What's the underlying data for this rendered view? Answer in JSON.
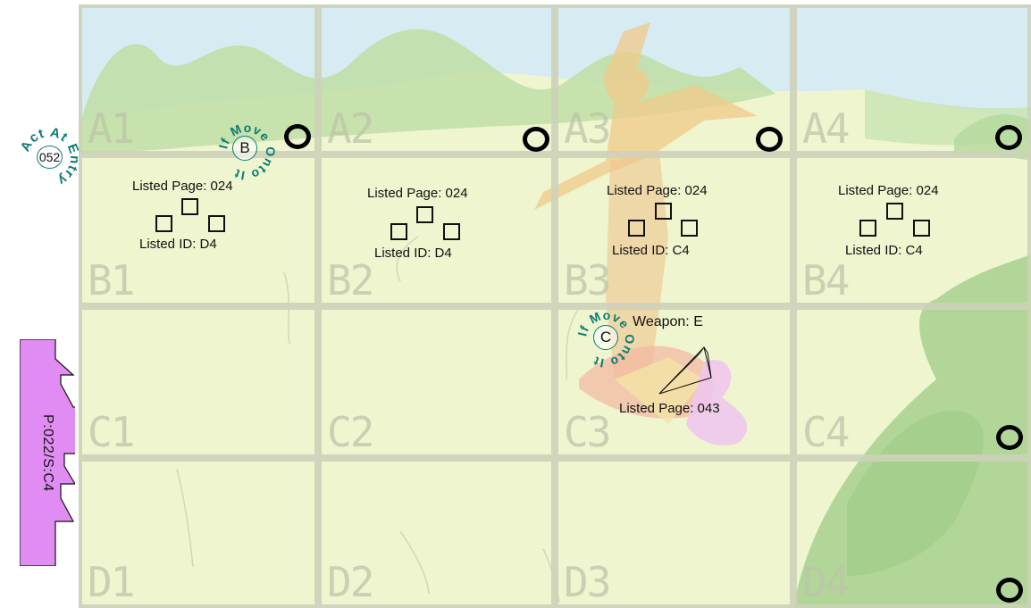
{
  "board": {
    "cells": [
      {
        "label": "A1"
      },
      {
        "label": "A2"
      },
      {
        "label": "A3"
      },
      {
        "label": "A4"
      },
      {
        "label": "B1"
      },
      {
        "label": "B2"
      },
      {
        "label": "B3"
      },
      {
        "label": "B4"
      },
      {
        "label": "C1"
      },
      {
        "label": "C2"
      },
      {
        "label": "C3"
      },
      {
        "label": "C4"
      },
      {
        "label": "D1"
      },
      {
        "label": "D2"
      },
      {
        "label": "D3"
      },
      {
        "label": "D4"
      }
    ],
    "colors": {
      "grid": "#cdd2b9",
      "sky": "#d6ecf2",
      "grass": "#eef5cf",
      "hill": "#b9dba0",
      "bush": "#a6d08e"
    }
  },
  "markers": {
    "entry": {
      "number": "052",
      "arc_text": "Act At Entry"
    },
    "b": {
      "letter": "B",
      "arc_text": "If Move Onto It"
    },
    "c": {
      "letter": "C",
      "arc_text": "If Move Onto It",
      "weapon": "Weapon: E",
      "page": "Listed Page: 043"
    }
  },
  "listings": [
    {
      "page": "Listed Page: 024",
      "id": "Listed ID: D4"
    },
    {
      "page": "Listed Page: 024",
      "id": "Listed ID: D4"
    },
    {
      "page": "Listed Page: 024",
      "id": "Listed ID: C4"
    },
    {
      "page": "Listed Page: 024",
      "id": "Listed ID: C4"
    }
  ],
  "side_tab": {
    "label": "P:022/S:C4",
    "color": "#e08cf2"
  }
}
